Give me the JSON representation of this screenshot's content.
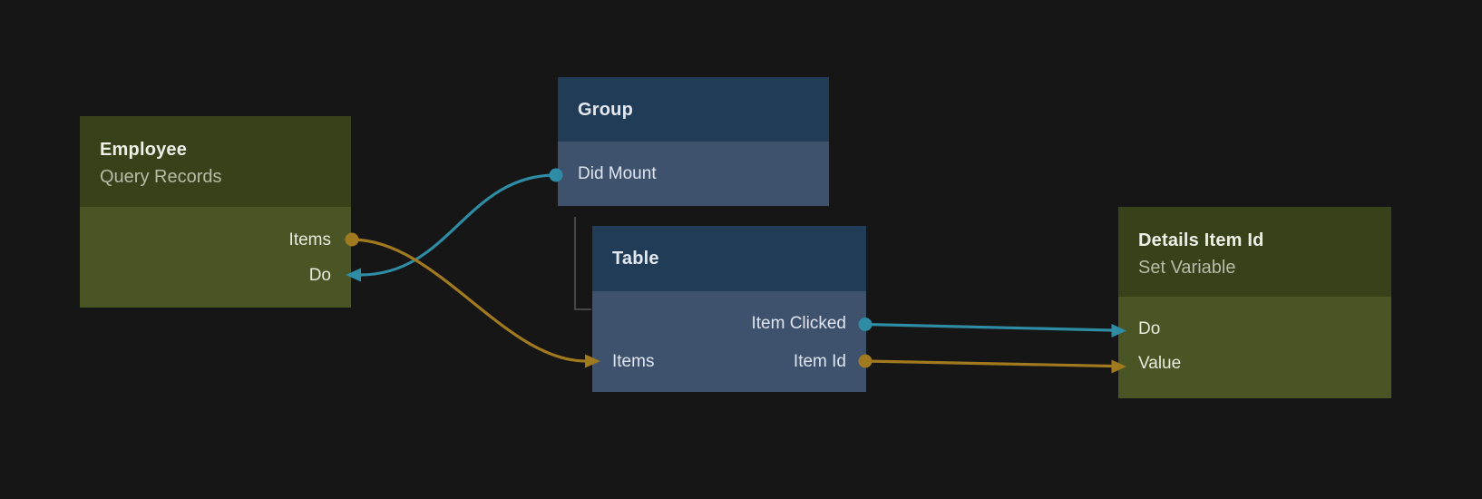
{
  "app": {
    "view": "node-graph-canvas",
    "background": "#161616"
  },
  "colors": {
    "signal_connection": "#2e8ca4",
    "data_connection": "#a1791f",
    "green_node_header": "#37421b",
    "green_node_body": "#4a5526",
    "blue_node_header": "#213c56",
    "blue_node_body": "#3e526e",
    "hierarchy_line": "#575757"
  },
  "nodes": {
    "employee": {
      "title": "Employee",
      "subtitle": "Query Records",
      "ports": {
        "items": "Items",
        "do": "Do"
      }
    },
    "group": {
      "title": "Group",
      "ports": {
        "didMount": "Did Mount"
      }
    },
    "table": {
      "title": "Table",
      "ports": {
        "itemClicked": "Item Clicked",
        "items": "Items",
        "itemId": "Item Id"
      }
    },
    "details": {
      "title": "Details Item Id",
      "subtitle": "Set Variable",
      "ports": {
        "do": "Do",
        "value": "Value"
      }
    }
  },
  "connections": [
    {
      "from": "Group.Did Mount",
      "to": "Employee.Do",
      "type": "signal"
    },
    {
      "from": "Employee.Items",
      "to": "Table.Items",
      "type": "data"
    },
    {
      "from": "Table.Item Clicked",
      "to": "Details Item Id.Do",
      "type": "signal"
    },
    {
      "from": "Table.Item Id",
      "to": "Details Item Id.Value",
      "type": "data"
    }
  ],
  "hierarchy": [
    {
      "parent": "Group",
      "child": "Table"
    }
  ]
}
